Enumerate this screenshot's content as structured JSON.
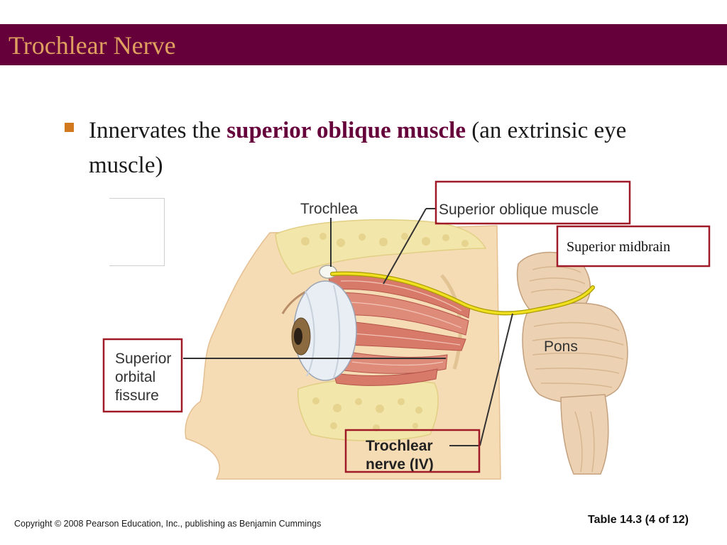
{
  "slide": {
    "title": "Trochlear Nerve",
    "bullet": {
      "prefix": "Innervates the ",
      "emphasis": "superior oblique muscle",
      "suffix": " (an extrinsic eye muscle)"
    },
    "footer": {
      "copyright": "Copyright © 2008 Pearson Education, Inc., publishing as Benjamin Cummings",
      "table_reference": "Table 14.3 (4 of 12)"
    }
  },
  "diagram": {
    "labels": {
      "trochlea": "Trochlea",
      "superior_oblique_muscle": "Superior oblique muscle",
      "superior_midbrain": "Superior midbrain",
      "pons": "Pons",
      "superior_orbital_fissure": [
        "Superior",
        "orbital",
        "fissure"
      ],
      "trochlear_nerve": [
        "Trochlear",
        "nerve (IV)"
      ]
    }
  },
  "colors": {
    "title_bar": "#66003a",
    "title_text": "#e0a060",
    "bullet_marker": "#d2781e",
    "emphasis_text": "#66003a",
    "highlight_box": "#a01a28",
    "nerve": "#e6d600",
    "skin": "#f6dcb4",
    "bone": "#f3e6aa",
    "muscle": "#d77a6a",
    "brainstem": "#ecd2b2"
  }
}
